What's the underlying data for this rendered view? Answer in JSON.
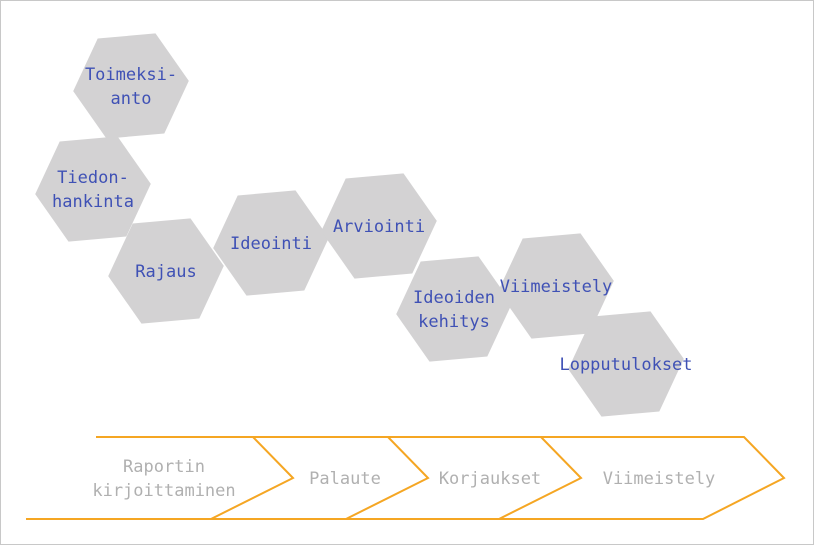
{
  "colors": {
    "hex_fill": "#d3d2d3",
    "hex_text": "#3f51b5",
    "arrow_stroke": "#f5a623",
    "arrow_text": "#b0b0b0",
    "border": "#c8c8c8"
  },
  "hexagons": [
    {
      "id": "toimeksianto",
      "lines": [
        "Toimeksi-",
        "anto"
      ]
    },
    {
      "id": "tiedonhankinta",
      "lines": [
        "Tiedon-",
        "hankinta"
      ]
    },
    {
      "id": "rajaus",
      "lines": [
        "Rajaus"
      ]
    },
    {
      "id": "ideointi",
      "lines": [
        "Ideointi"
      ]
    },
    {
      "id": "arviointi",
      "lines": [
        "Arviointi"
      ]
    },
    {
      "id": "ideoiden-kehitys",
      "lines": [
        "Ideoiden",
        "kehitys"
      ]
    },
    {
      "id": "viimeistely",
      "lines": [
        "Viimeistely"
      ]
    },
    {
      "id": "lopputulokset",
      "lines": [
        "Lopputulokset"
      ]
    }
  ],
  "process_steps": [
    {
      "id": "raportin-kirjoittaminen",
      "lines": [
        "Raportin",
        "kirjoittaminen"
      ]
    },
    {
      "id": "palaute",
      "lines": [
        "Palaute"
      ]
    },
    {
      "id": "korjaukset",
      "lines": [
        "Korjaukset"
      ]
    },
    {
      "id": "viimeistely-step",
      "lines": [
        "Viimeistely"
      ]
    }
  ]
}
